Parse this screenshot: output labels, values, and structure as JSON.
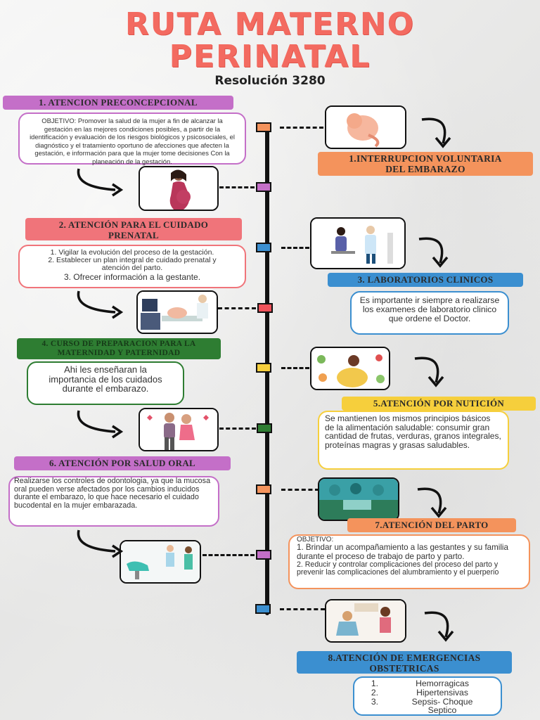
{
  "title_line1": "RUTA MATERNO",
  "title_line2": "PERINATAL",
  "subtitle": "Resolución 3280",
  "steps": {
    "s1": {
      "banner": "1. ATENCION PRECONCEPCIONAL",
      "text": "OBJETIVO:  Promover la salud de la mujer a fin de alcanzar la gestación en las mejores condiciones posibles, a partir de la identificación y evaluación de los riesgos biológicos y psicosociales, el diagnóstico y el tratamiento oportuno de afecciones que afecten la gestación, e información para que la mujer tome decisiones Con la planeación de la gestación.",
      "color": "#c46fc8"
    },
    "ive": {
      "banner_line1": "1.INTERRUPCION VOLUNTARIA",
      "banner_line2": "DEL EMBARAZO",
      "color": "#f4935c"
    },
    "s2": {
      "banner_line1": "2. ATENCIÓN PARA EL CUIDADO",
      "banner_line2": "PRENATAL",
      "items": [
        "1. Vigilar la evolución del proceso de la gestación.",
        "2. Establecer un plan integral de cuidado prenatal y atención del parto.",
        "3. Ofrecer información a la gestante."
      ],
      "color": "#f0747a"
    },
    "s3": {
      "banner": "3. LABORATORIOS CLINICOS",
      "text": "Es importante ir siempre a realizarse los examenes de laboratorio clinico que ordene el Doctor.",
      "color": "#3b8fd0"
    },
    "s4": {
      "banner_line1": "4. CURSO DE PREPARACION PARA LA",
      "banner_line2": "MATERNIDAD Y PATERNIDAD",
      "text": "Ahi les enseñaran la importancia de los cuidados durante el embarazo.",
      "color": "#2e7d32"
    },
    "s5": {
      "banner": "5.ATENCIÓN POR NUTICIÓN",
      "text": "Se mantienen los mismos principios básicos de la alimentación saludable: consumir gran cantidad de frutas, verduras, granos integrales, proteínas magras y grasas saludables.",
      "color": "#f6cf3c"
    },
    "s6": {
      "banner": "6. ATENCIÓN POR SALUD ORAL",
      "text": "Realizarse los controles de odontologia, ya que la mucosa oral pueden verse afectados por los cambios inducidos durante el embarazo, lo que hace necesario el cuidado bucodental en la mujer embarazada.",
      "color": "#c46fc8"
    },
    "s7": {
      "banner": "7.ATENCIÓN DEL PARTO",
      "objective_label": "OBJETIVO:",
      "item1": "1. Brindar un acompañamiento a las gestantes y su familia durante el proceso de trabajo de parto y parto.",
      "item2": "2. Reducir y controlar complicaciones del proceso del parto y prevenir las complicaciones del alumbramiento y el puerperio",
      "color": "#f4935c"
    },
    "s8": {
      "banner_line1": "8.ATENCIÓN DE EMERGENCIAS",
      "banner_line2": "OBSTETRICAS",
      "items": [
        {
          "num": "1.",
          "text": "Hemorragicas"
        },
        {
          "num": "2.",
          "text": "Hipertensivas"
        },
        {
          "num": "3.",
          "text": "Sepsis- Choque"
        }
      ],
      "item3_cont": "Septico",
      "color": "#3b8fd0"
    }
  },
  "node_colors": [
    "#f4935c",
    "#c46fc8",
    "#3b8fd0",
    "#f0525a",
    "#f6cf3c",
    "#2e7d32",
    "#f4935c",
    "#c46fc8",
    "#3b8fd0"
  ],
  "images": {
    "fetus": "fetus-illustration",
    "pregnant": "pregnant-woman-illustration",
    "lab": "lab-test-illustration",
    "ultrasound": "ultrasound-illustration",
    "nutrition": "nutrition-illustration",
    "couple": "couple-illustration",
    "surgery": "delivery-room-photo",
    "dentist": "dental-clinic-illustration",
    "emergency": "emergency-care-illustration"
  }
}
